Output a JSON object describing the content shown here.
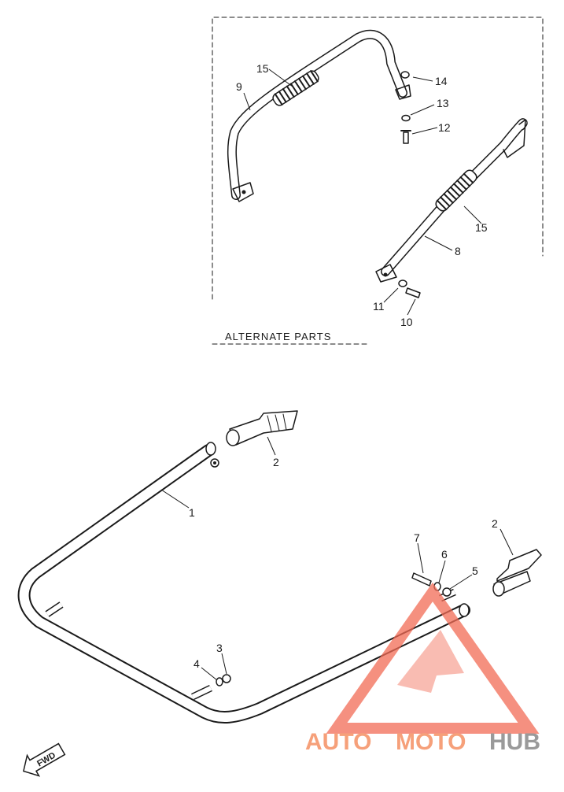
{
  "section_caption": "ALTERNATE PARTS",
  "direction_badge": "FWD",
  "callouts": {
    "c1": "1",
    "c2a": "2",
    "c2b": "2",
    "c3": "3",
    "c4": "4",
    "c5": "5",
    "c6": "6",
    "c7": "7",
    "c8": "8",
    "c9": "9",
    "c10": "10",
    "c11": "11",
    "c12": "12",
    "c13": "13",
    "c14": "14",
    "c15a": "15",
    "c15b": "15"
  },
  "watermark": {
    "part1": "AUTO",
    "part2": "MOTO",
    "part3": "HUB",
    "color_primary": "#f6a07a",
    "color_secondary": "#9a9a9a",
    "logo_color": "#f26b55"
  }
}
